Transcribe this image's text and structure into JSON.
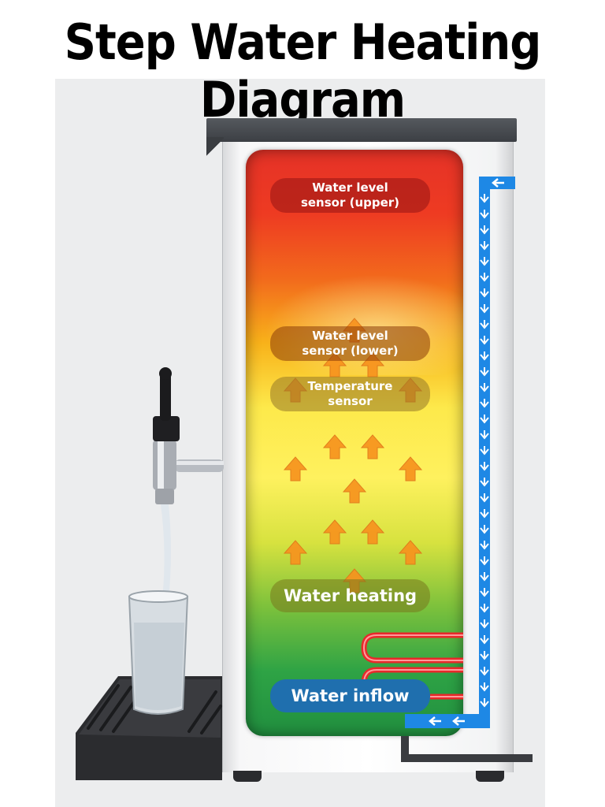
{
  "title": "Step Water Heating Diagram",
  "tank": {
    "gradient": [
      "#e53227",
      "#ee3b22",
      "#f26a1c",
      "#f8b21a",
      "#fde94b",
      "#fef15e",
      "#d7e23f",
      "#7cc13c",
      "#2ea345",
      "#218f3f"
    ],
    "heat_level": "hot top, cool bottom"
  },
  "labels": [
    {
      "id": "upper-sensor",
      "text": "Water level\nsensor (upper)",
      "style": "small",
      "bg": "rgba(150,20,20,0.55)"
    },
    {
      "id": "lower-sensor",
      "text": "Water level\nsensor (lower)",
      "style": "small",
      "bg": "rgba(140,60,10,0.55)"
    },
    {
      "id": "temp-sensor",
      "text": "Temperature\nsensor",
      "style": "small",
      "bg": "rgba(150,120,40,0.55)"
    },
    {
      "id": "heating",
      "text": "Water heating",
      "style": "big",
      "bg": "rgba(120,120,30,0.55)"
    },
    {
      "id": "inflow",
      "text": "Water inflow",
      "style": "big",
      "bg": "#1f6fae"
    }
  ],
  "colors": {
    "arrow_fill": "#f7931e",
    "pipe_blue": "#1e88e5",
    "heating_element": "#e8292b",
    "machine_dark": "#3c3f44",
    "drip_tray": "#2b2c2f"
  },
  "icons": [
    "up-arrow-icon",
    "down-arrow-icon",
    "left-arrow-icon",
    "tap-icon",
    "glass-icon",
    "heating-coil-icon"
  ]
}
